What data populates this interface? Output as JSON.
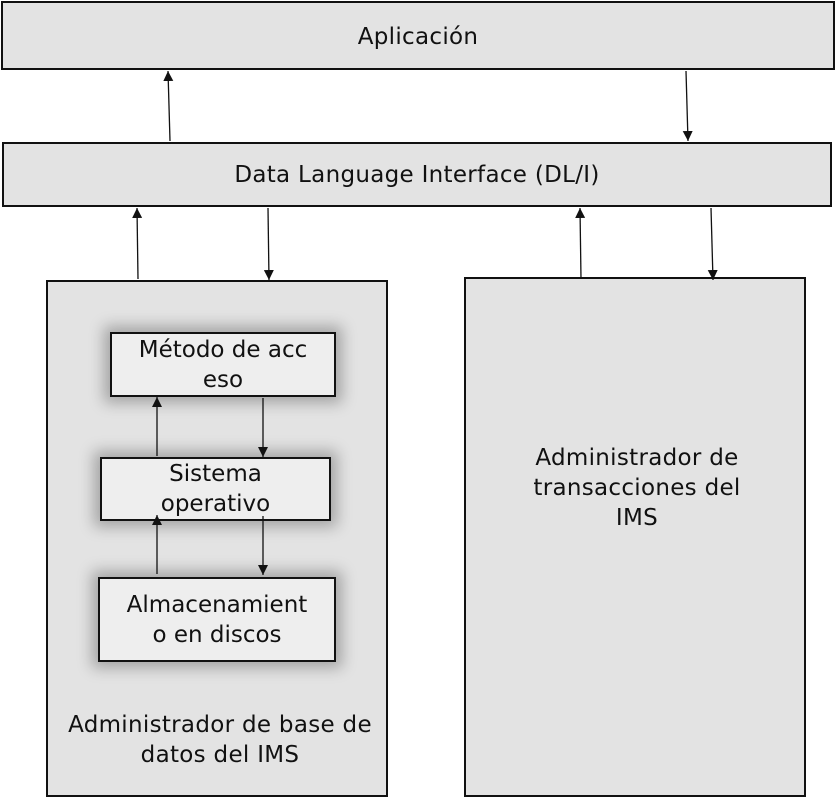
{
  "application": {
    "label": "Aplicación"
  },
  "dli": {
    "label": "Data Language Interface (DL/I)"
  },
  "db_manager": {
    "label_line1": "Administrador de base de",
    "label_line2": "datos del IMS",
    "access_method": {
      "line1": "Método de acc",
      "line2": "eso"
    },
    "operating_system": {
      "line1": "Sistema",
      "line2": "operativo"
    },
    "disk_storage": {
      "line1": "Almacenamient",
      "line2": "o en discos"
    }
  },
  "transaction_manager": {
    "line1": "Administrador de",
    "line2": "transacciones del",
    "line3": "IMS"
  },
  "colors": {
    "box_fill": "#e3e3e3",
    "inner_fill": "#eeeeee",
    "stroke": "#111111"
  }
}
